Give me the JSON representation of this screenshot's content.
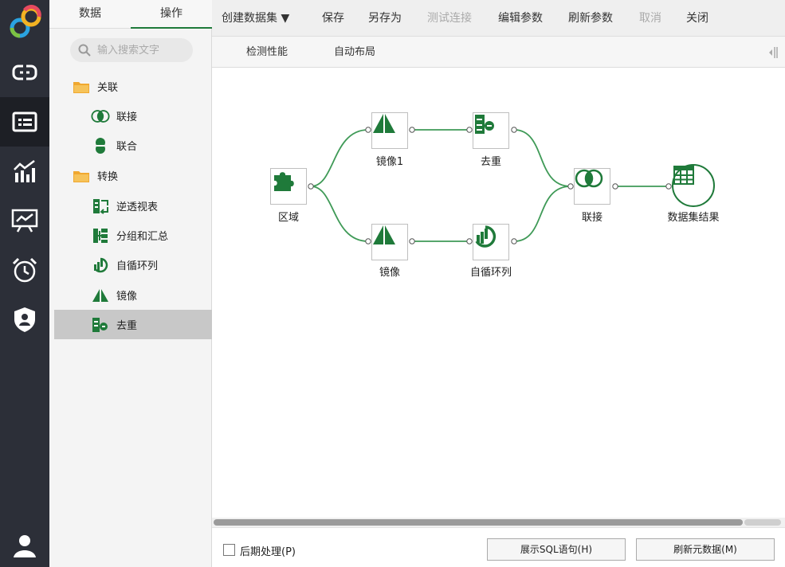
{
  "panel": {
    "tabs": [
      {
        "label": "数据"
      },
      {
        "label": "操作"
      }
    ],
    "search_placeholder": "输入搜索文字",
    "tree": [
      {
        "label": "关联"
      },
      {
        "label": "联接"
      },
      {
        "label": "联合"
      },
      {
        "label": "转换"
      },
      {
        "label": "逆透视表"
      },
      {
        "label": "分组和汇总"
      },
      {
        "label": "自循环列"
      },
      {
        "label": "镜像"
      },
      {
        "label": "去重"
      }
    ]
  },
  "toolbar": {
    "create_dataset": "创建数据集 ▼",
    "save": "保存",
    "save_as": "另存为",
    "test_connection": "测试连接",
    "edit_params": "编辑参数",
    "refresh_params": "刷新参数",
    "cancel": "取消",
    "close": "关闭"
  },
  "subtoolbar": {
    "check_performance": "检测性能",
    "auto_layout": "自动布局"
  },
  "flow": {
    "nodes": {
      "region": "区域",
      "mirror1": "镜像1",
      "dedup": "去重",
      "mirror": "镜像",
      "selfloop": "自循环列",
      "join": "联接",
      "result": "数据集结果"
    }
  },
  "bottom": {
    "post_process": "后期处理(P)",
    "show_sql": "展示SQL语句(H)",
    "refresh_metadata": "刷新元数据(M)"
  },
  "colors": {
    "accent": "#1f7a3a",
    "folder": "#f0a830",
    "rail": "#2c2f38"
  }
}
